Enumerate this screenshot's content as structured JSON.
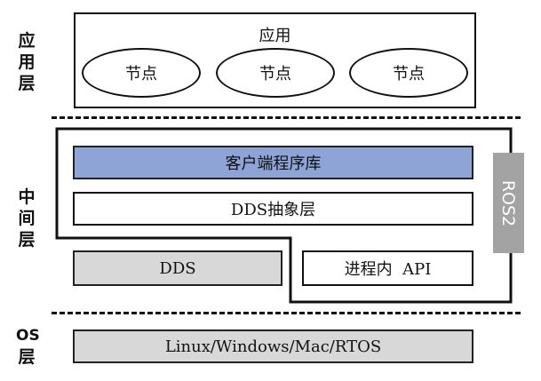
{
  "layers": {
    "application": [
      "应",
      "用",
      "层"
    ],
    "middle": [
      "中",
      "间",
      "层"
    ],
    "os": [
      "OS",
      "层"
    ]
  },
  "application": {
    "title": "应用",
    "nodes": [
      "节点",
      "节点",
      "节点"
    ]
  },
  "middleware": {
    "client_library": "客户端程序库",
    "dds_abstraction": "DDS抽象层",
    "dds": "DDS",
    "intra_process_api": "进程内  API",
    "ros": "ROS2"
  },
  "os": {
    "platforms": "Linux/Windows/Mac/RTOS"
  },
  "colors": {
    "client_library_fill": "#8ea3d6",
    "gray_fill": "#d8d8d8",
    "ros_fill": "#a3a3a3"
  }
}
